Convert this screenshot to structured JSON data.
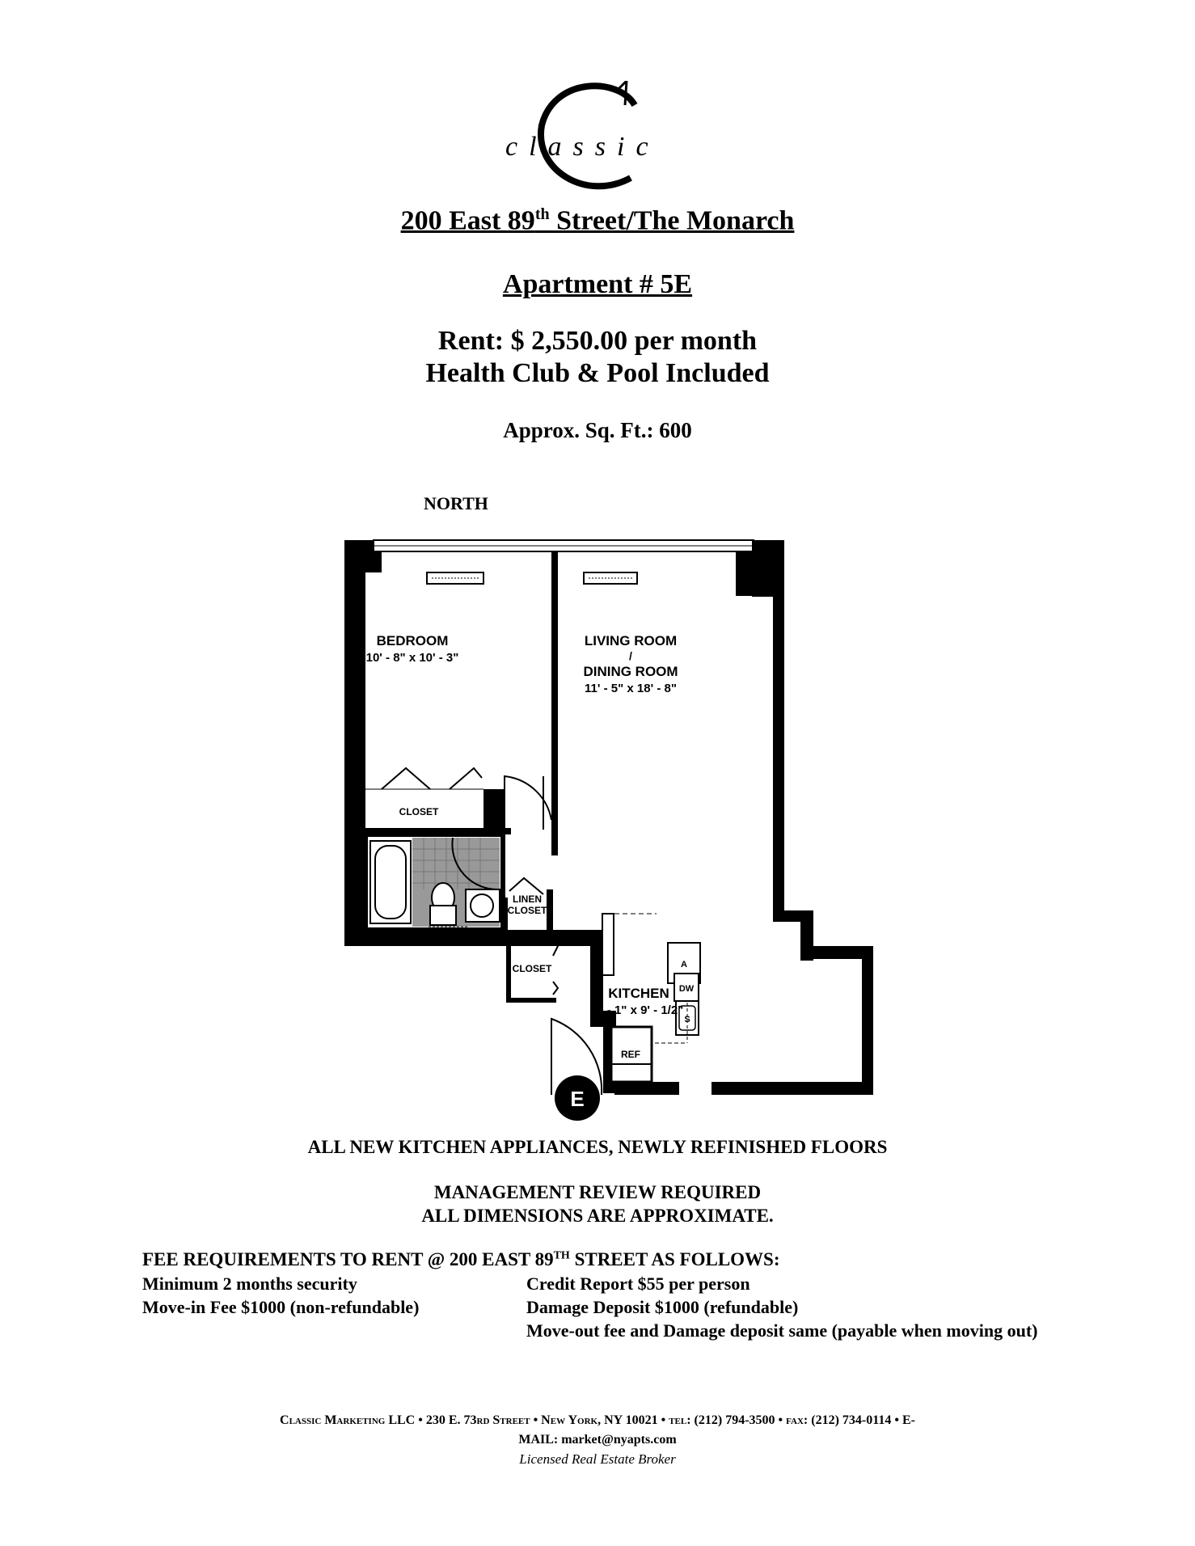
{
  "logo": {
    "text": "classic"
  },
  "title": {
    "part1": "200 East 89",
    "sup": "th",
    "part2": " Street/The Monarch"
  },
  "apartment": "Apartment # 5E",
  "rent": "Rent: $ 2,550.00 per month",
  "amenities": "Health Club & Pool Included",
  "sqft": "Approx. Sq. Ft.: 600",
  "floorplan": {
    "north": "NORTH",
    "bedroom": "BEDROOM",
    "bedroom_dim": "10' - 8\" x 10' - 3\"",
    "living_1": "LIVING ROOM",
    "living_slash": "/",
    "living_2": "DINING ROOM",
    "living_dim": "11' - 5\" x 18' - 8\"",
    "closet": "CLOSET",
    "linen_1": "LINEN",
    "linen_2": "CLOSET",
    "closet2": "CLOSET",
    "kitchen": "KITCHEN",
    "kitchen_dim": "6' - 1\" x 9' - 1/2\"",
    "appliance_a": "A",
    "appliance_dw": "DW",
    "appliance_s": "S",
    "appliance_ref": "REF",
    "entry": "E"
  },
  "notes": {
    "line1": "ALL NEW KITCHEN APPLIANCES, NEWLY REFINISHED FLOORS",
    "line2": "MANAGEMENT REVIEW REQUIRED",
    "line3": "ALL DIMENSIONS ARE APPROXIMATE."
  },
  "fees": {
    "heading_1": "FEE REQUIREMENTS TO RENT @ 200 EAST 89",
    "heading_sup": "TH",
    "heading_2": " STREET AS FOLLOWS:",
    "left": [
      "Minimum 2 months security",
      "Move-in Fee $1000 (non-refundable)"
    ],
    "right": [
      "Credit Report $55 per person",
      "Damage Deposit $1000 (refundable)",
      "Move-out fee and Damage deposit same (payable when moving out)"
    ]
  },
  "footer": {
    "line1": "Classic Marketing LLC • 230 E. 73rd Street • New York, NY 10021 • tel: (212) 794-3500 • fax: (212) 734-0114 • E-",
    "line2": "MAIL: market@nyapts.com",
    "line3": "Licensed Real Estate Broker"
  }
}
